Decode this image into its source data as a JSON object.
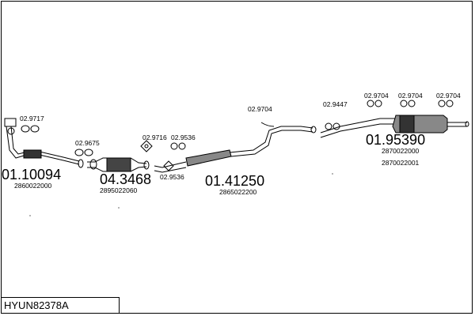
{
  "diagram_code": "HYUN82378A",
  "parts": [
    {
      "number": "01.10094",
      "oem": [
        "2860022000"
      ]
    },
    {
      "number": "04.3468",
      "oem": [
        "2895022060"
      ]
    },
    {
      "number": "01.41250",
      "oem": [
        "2865022200"
      ]
    },
    {
      "number": "01.95390",
      "oem": [
        "2870022000",
        "2870022001"
      ]
    }
  ],
  "accessories": [
    "02.9717",
    "02.9675",
    "02.9716",
    "02.9536",
    "02.9536",
    "02.9704",
    "02.9447",
    "02.9704",
    "02.9704",
    "02.9704"
  ],
  "colors": {
    "line": "#000000",
    "background": "#ffffff"
  }
}
